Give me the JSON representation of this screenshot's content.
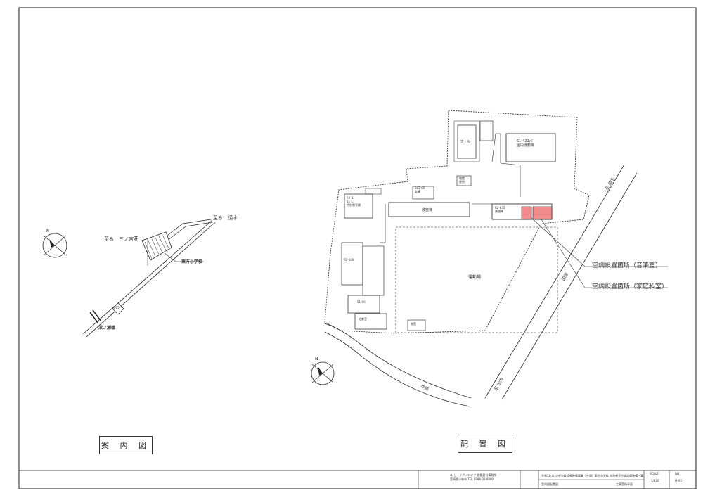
{
  "guide_map": {
    "title": "案 内 図",
    "to_suki": "至る　須木",
    "to_sannomiya": "至る　三ノ宮莊",
    "school": "東方小学校",
    "bridge": "浜ノ瀬橋",
    "route_no": "265"
  },
  "layout_map": {
    "title": "配 置 図",
    "ac_music": "空調設置箇所（音楽室）",
    "ac_homeec": "空調設置箇所（家庭科室）",
    "sports_ground": "運動場",
    "pool": "プール",
    "gym": "S1-422㎡\n屋内運動場",
    "building_r2": "R2-835\n普通棟",
    "building_main": "教室棟",
    "road_city": "市道",
    "road_national": "国道",
    "road_suki": "至 須木",
    "road_shinai": "至 市内",
    "label_r1": "R2-1\nS1-11\n特別教室棟",
    "label_r2_109": "R2-109",
    "label_s1_96": "S1-96",
    "label_s2_60": "S82-60\n倉庫",
    "label_storage": "物置\n便所",
    "label_shed": "物置",
    "label_dobi": "給食室"
  },
  "accent_colors": {
    "ac_fill": "#f28b8b",
    "line": "#222222",
    "leader": "#333333"
  },
  "title_block": {
    "project": "令和5年度 小中学校設備整備事業（空調）東方小学校 特別教室空調設備整備工事",
    "drawing_name": "案内図配置図",
    "drawing_title": "工事箇所平面",
    "scale_label": "SCALE",
    "scale_value": "1/300",
    "no_label": "NO",
    "no_value": "M-02",
    "firm": "ユ-ヒーテクノロジア 建築設計事務所",
    "firm_addr": "宮崎県小林市 TEL 0984-00-0000"
  }
}
